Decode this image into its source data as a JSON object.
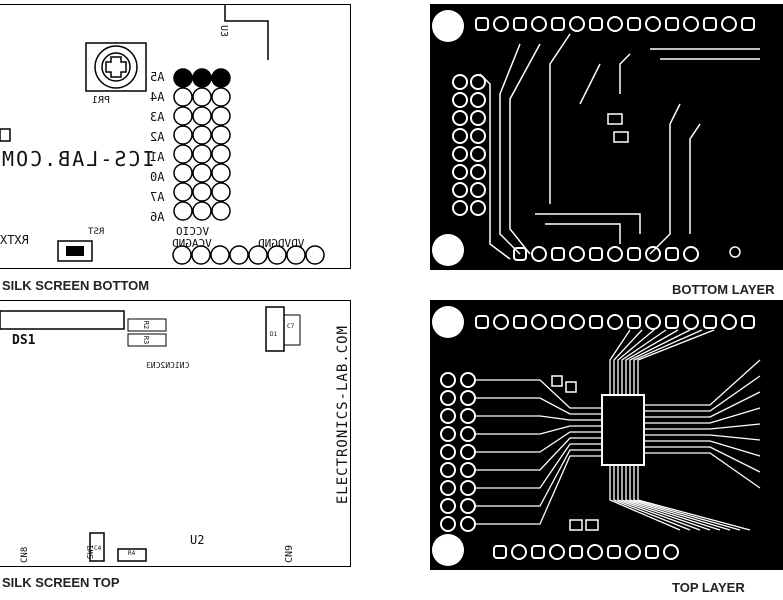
{
  "captions": {
    "silk_bottom": "SILK SCREEN BOTTOM",
    "bottom_layer": "BOTTOM LAYER",
    "silk_top": "SILK SCREEN TOP",
    "top_layer": "TOP LAYER"
  },
  "silk_bottom": {
    "u3": "U3",
    "pr1": "PR1",
    "pins": [
      "A5",
      "A4",
      "A3",
      "A2",
      "A1",
      "A0",
      "A7",
      "A6"
    ],
    "url_fragment": "ICS-LAB.COM",
    "vcc_io": "VCCIO",
    "header_row_lower": "VCAGND",
    "header_row_right": "VDVDGND",
    "rst": "RST",
    "rxtx": "RXTX"
  },
  "silk_top": {
    "ds1": "DS1",
    "r2": "R2",
    "r3": "R3",
    "cn_labels": "CN1CN2CN3",
    "c7": "C7",
    "d1": "D1",
    "url": "ELECTRONICS-LAB.COM",
    "cn8": "CN8",
    "sw1": "SW1",
    "c4": "C4",
    "r4": "R4",
    "u2": "U2",
    "cn9": "CN9"
  },
  "colors": {
    "copper": "#000000",
    "board": "#ffffff",
    "silk": "#111111"
  }
}
